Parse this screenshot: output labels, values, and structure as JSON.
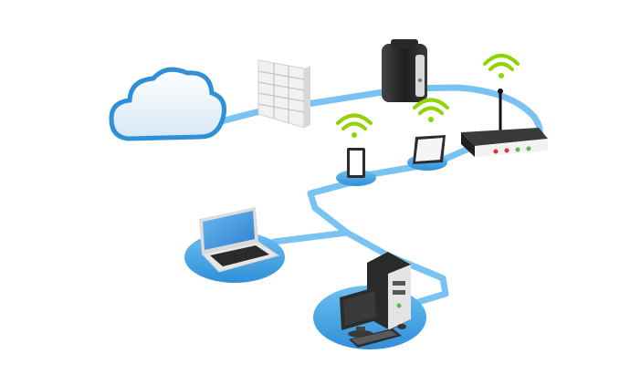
{
  "diagram": {
    "nodes": [
      {
        "id": "cloud",
        "kind": "cloud-icon"
      },
      {
        "id": "firewall",
        "kind": "firewall-icon"
      },
      {
        "id": "server",
        "kind": "server-icon"
      },
      {
        "id": "wifi-router",
        "kind": "router-icon"
      },
      {
        "id": "tablet-1",
        "kind": "tablet-icon",
        "wireless": true
      },
      {
        "id": "tablet-2",
        "kind": "tablet-icon",
        "wireless": true
      },
      {
        "id": "laptop",
        "kind": "laptop-icon"
      },
      {
        "id": "desktop-workstation",
        "kind": "desktop-computer-icon"
      }
    ],
    "connections": [
      [
        "cloud",
        "firewall"
      ],
      [
        "firewall",
        "server"
      ],
      [
        "server",
        "wifi-router"
      ],
      [
        "wifi-router",
        "tablet-2"
      ],
      [
        "tablet-2",
        "tablet-1"
      ],
      [
        "tablet-1",
        "laptop"
      ],
      [
        "tablet-1",
        "desktop-workstation"
      ]
    ],
    "colors": {
      "link": "#5fb3ea",
      "pad": "#3d9de0",
      "cloud": "#e8f3fb",
      "cloud_outline": "#2f8fd8",
      "wifi": "#8fd400",
      "device_dark": "#2b2b2b",
      "screen": "#3b8fd8"
    }
  }
}
